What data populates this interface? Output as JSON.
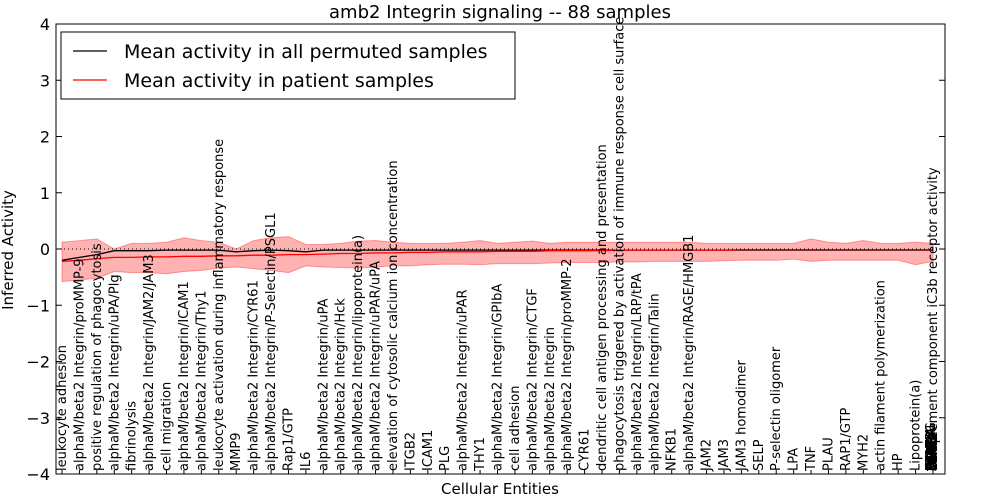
{
  "chart_data": {
    "type": "line",
    "title": "amb2 Integrin signaling -- 88 samples",
    "xlabel": "Cellular Entities",
    "ylabel": "Inferred Activity",
    "ylim": [
      -4,
      4
    ],
    "yticks": [
      "−4",
      "−3",
      "−2",
      "−1",
      "0",
      "1",
      "2",
      "3",
      "4"
    ],
    "legend_position": "top-left",
    "grid": false,
    "zero_line": true,
    "categories": [
      "leukocyte adhesion",
      "alphaM/beta2 Integrin/proMMP-9",
      "positive regulation of phagocytosis",
      "alphaM/beta2 Integrin/uPA/Plg",
      "fibrinolysis",
      "alphaM/beta2 Integrin/JAM2/JAM3",
      "cell migration",
      "alphaM/beta2 Integrin/ICAM1",
      "alphaM/beta2 Integrin/Thy1",
      "leukocyte activation during inflammatory response",
      "MMP9",
      "alphaM/beta2 Integrin/CYR61",
      "alphaM/beta2 Integrin/P-Selectin/PSGL1",
      "Rap1/GTP",
      "IL6",
      "alphaM/beta2 Integrin/uPA",
      "alphaM/beta2 Integrin/Hck",
      "alphaM/beta2 Integrin/lipoprotein(a)",
      "alphaM/beta2 Integrin/uPAR/uPA",
      "elevation of cytosolic calcium ion concentration",
      "ITGB2",
      "ICAM1",
      "PLG",
      "alphaM/beta2 Integrin/uPAR",
      "THY1",
      "alphaM/beta2 Integrin/GPIbA",
      "cell adhesion",
      "alphaM/beta2 Integrin/CTGF",
      "alphaM/beta2 Integrin",
      "alphaM/beta2 Integrin/proMMP-2",
      "CYR61",
      "dendritic cell antigen processing and presentation",
      "phagocytosis triggered by activation of immune response cell surface",
      "alphaM/beta2 Integrin/LRP/tPA",
      "alphaM/beta2 Integrin/Talin",
      "NFKB1",
      "alphaM/beta2 Integrin/RAGE/HMGB1",
      "JAM2",
      "JAM3",
      "JAM3 homodimer",
      "SELP",
      "P-selectin oligomer",
      "LPA",
      "TNF",
      "PLAU",
      "RAP1/GTP",
      "MYH2",
      "actin filament polymerization",
      "HP",
      "Lipoprotein(a)",
      "complement component iC3b receptor activity"
    ],
    "trailing_overlapping_labels": [
      "ITGAM",
      "GP1BA",
      "CTGF",
      "SELPLG",
      "HCK",
      "TLN1",
      "HMGB1",
      "AGER",
      "LRP1",
      "PLAT",
      "PLAUR",
      "MMP2"
    ],
    "series": [
      {
        "name": "Mean activity in all permuted samples",
        "color": "#000000",
        "values": [
          -0.2,
          -0.15,
          -0.1,
          -0.03,
          -0.03,
          -0.03,
          -0.02,
          -0.02,
          -0.02,
          -0.02,
          -0.05,
          -0.03,
          -0.02,
          -0.03,
          -0.05,
          -0.02,
          -0.02,
          -0.02,
          -0.02,
          -0.02,
          -0.02,
          -0.02,
          -0.02,
          -0.02,
          -0.02,
          -0.02,
          -0.02,
          -0.02,
          -0.02,
          -0.02,
          -0.02,
          -0.02,
          -0.02,
          -0.02,
          -0.02,
          -0.02,
          -0.02,
          -0.02,
          -0.02,
          -0.02,
          -0.02,
          -0.02,
          -0.02,
          -0.02,
          -0.02,
          -0.02,
          -0.02,
          -0.02,
          -0.02,
          -0.02,
          -0.02
        ]
      },
      {
        "name": "Mean activity in patient samples",
        "color": "#ff0000",
        "values": [
          -0.22,
          -0.2,
          -0.17,
          -0.15,
          -0.15,
          -0.14,
          -0.14,
          -0.13,
          -0.13,
          -0.12,
          -0.12,
          -0.11,
          -0.11,
          -0.1,
          -0.1,
          -0.09,
          -0.08,
          -0.08,
          -0.07,
          -0.07,
          -0.06,
          -0.06,
          -0.05,
          -0.05,
          -0.05,
          -0.04,
          -0.04,
          -0.04,
          -0.03,
          -0.03,
          -0.03,
          -0.03,
          -0.02,
          -0.02,
          -0.02,
          -0.02,
          -0.02,
          -0.02,
          -0.02,
          -0.01,
          -0.01,
          -0.01,
          -0.01,
          -0.01,
          -0.01,
          -0.01,
          -0.01,
          -0.01,
          -0.01,
          -0.01,
          -0.01
        ]
      }
    ],
    "band": {
      "color": "#ff0000",
      "upper": [
        0.12,
        0.15,
        0.18,
        0.0,
        0.1,
        0.1,
        0.12,
        0.2,
        0.15,
        0.12,
        0.0,
        0.15,
        0.2,
        0.22,
        0.08,
        0.08,
        0.1,
        0.14,
        0.15,
        0.12,
        0.1,
        0.1,
        0.1,
        0.12,
        0.15,
        0.1,
        0.12,
        0.14,
        0.1,
        0.12,
        0.12,
        0.12,
        0.12,
        0.12,
        0.12,
        0.12,
        0.12,
        0.1,
        0.1,
        0.1,
        0.1,
        0.1,
        0.1,
        0.18,
        0.12,
        0.1,
        0.15,
        0.1,
        0.1,
        0.12,
        0.1
      ],
      "lower": [
        -0.58,
        -0.55,
        -0.52,
        -0.4,
        -0.42,
        -0.42,
        -0.44,
        -0.4,
        -0.38,
        -0.34,
        -0.32,
        -0.35,
        -0.38,
        -0.42,
        -0.3,
        -0.32,
        -0.33,
        -0.34,
        -0.32,
        -0.3,
        -0.3,
        -0.28,
        -0.27,
        -0.27,
        -0.28,
        -0.26,
        -0.26,
        -0.26,
        -0.25,
        -0.24,
        -0.24,
        -0.24,
        -0.23,
        -0.23,
        -0.22,
        -0.22,
        -0.22,
        -0.22,
        -0.21,
        -0.2,
        -0.2,
        -0.2,
        -0.18,
        -0.22,
        -0.2,
        -0.2,
        -0.2,
        -0.2,
        -0.2,
        -0.28,
        -0.22
      ]
    }
  }
}
